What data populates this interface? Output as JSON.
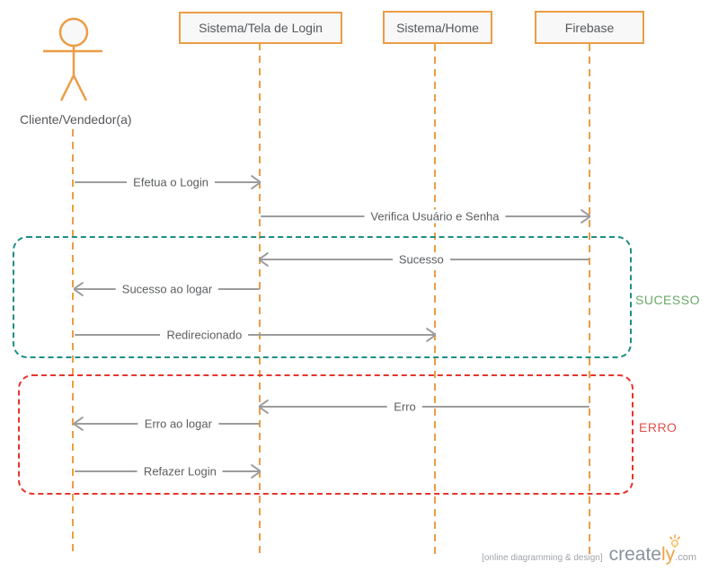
{
  "diagram": {
    "actor": {
      "label": "Cliente/Vendedor(a)"
    },
    "participants": [
      {
        "label": "Sistema/Tela de Login"
      },
      {
        "label": "Sistema/Home"
      },
      {
        "label": "Firebase"
      }
    ],
    "messages": [
      {
        "label": "Efetua o Login",
        "from": "Cliente/Vendedor(a)",
        "to": "Sistema/Tela de Login",
        "direction": "right"
      },
      {
        "label": "Verifica Usuário e Senha",
        "from": "Sistema/Tela de Login",
        "to": "Firebase",
        "direction": "right"
      },
      {
        "label": "Sucesso",
        "from": "Firebase",
        "to": "Sistema/Tela de Login",
        "direction": "left"
      },
      {
        "label": "Sucesso ao logar",
        "from": "Sistema/Tela de Login",
        "to": "Cliente/Vendedor(a)",
        "direction": "left"
      },
      {
        "label": "Redirecionado",
        "from": "Cliente/Vendedor(a)",
        "to": "Sistema/Home",
        "direction": "right"
      },
      {
        "label": "Erro",
        "from": "Firebase",
        "to": "Sistema/Tela de Login",
        "direction": "left"
      },
      {
        "label": "Erro ao logar",
        "from": "Sistema/Tela de Login",
        "to": "Cliente/Vendedor(a)",
        "direction": "left"
      },
      {
        "label": "Refazer Login",
        "from": "Cliente/Vendedor(a)",
        "to": "Sistema/Tela de Login",
        "direction": "right"
      }
    ],
    "fragments": [
      {
        "label": "SUCESSO",
        "color": "#69A967",
        "border_color": "#1E8E86"
      },
      {
        "label": "ERRO",
        "color": "#E0524A",
        "border_color": "#E6342C"
      }
    ],
    "colors": {
      "lifeline_orange": "#EC9C45",
      "message_gray": "#9C9C9C"
    }
  },
  "watermark": {
    "tagline": "[online diagramming & design]",
    "brand_create": "create",
    "brand_ly": "ly",
    "brand_tld": ".com"
  }
}
